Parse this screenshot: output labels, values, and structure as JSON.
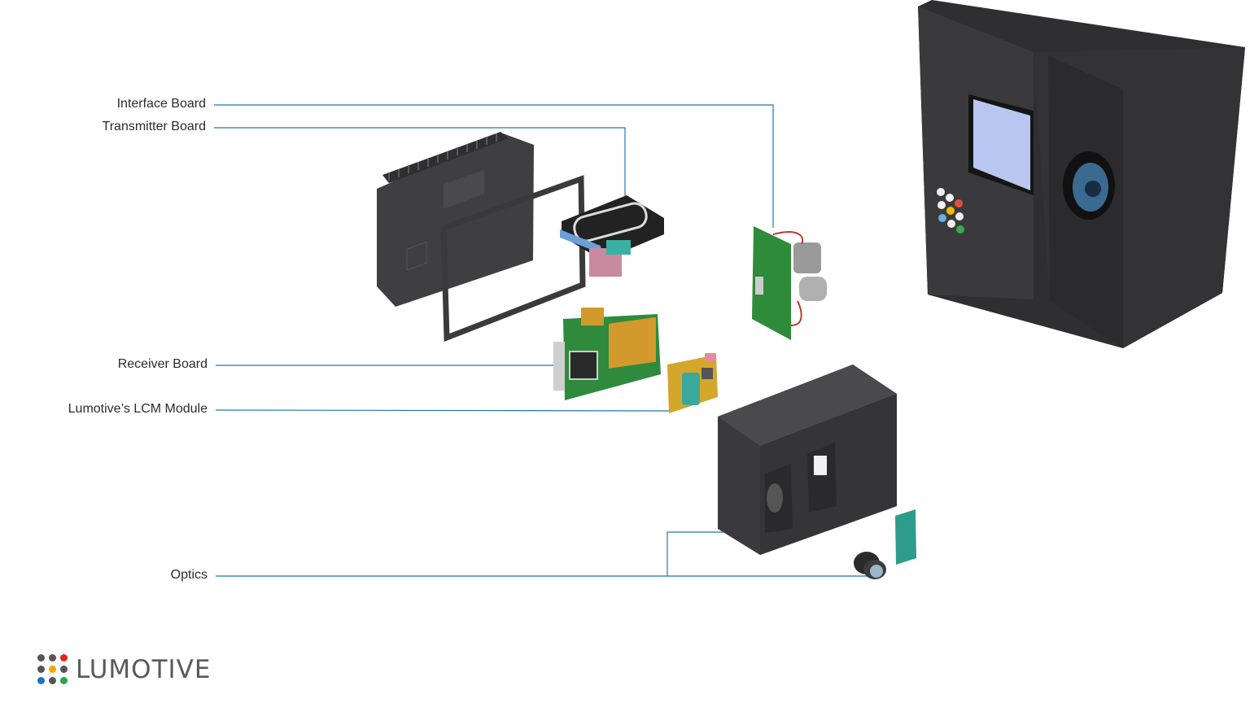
{
  "labels": {
    "interface_board": "Interface Board",
    "transmitter_board": "Transmitter Board",
    "receiver_board": "Receiver Board",
    "lcm_module": "Lumotive’s LCM Module",
    "optics": "Optics"
  },
  "logo": {
    "text": "LUMOTIVE",
    "dot_colors": [
      "#555555",
      "#555555",
      "#e2231a",
      "#555555",
      "#f6a800",
      "#555555",
      "#1e73be",
      "#555555",
      "#2aa84a"
    ]
  },
  "colors": {
    "leader_line": "#1f78b4",
    "housing": "#3a3a3a",
    "pcb_green": "#2e8b3a",
    "flex_orange": "#d29a2c",
    "teal": "#3aa89a"
  },
  "icons": [
    "enclosure-front-icon",
    "gasket-icon",
    "transmitter-board-icon",
    "interface-board-icon",
    "receiver-board-icon",
    "lcm-module-icon",
    "optics-housing-icon",
    "lens-icon",
    "filter-icon",
    "assembled-device-icon"
  ]
}
